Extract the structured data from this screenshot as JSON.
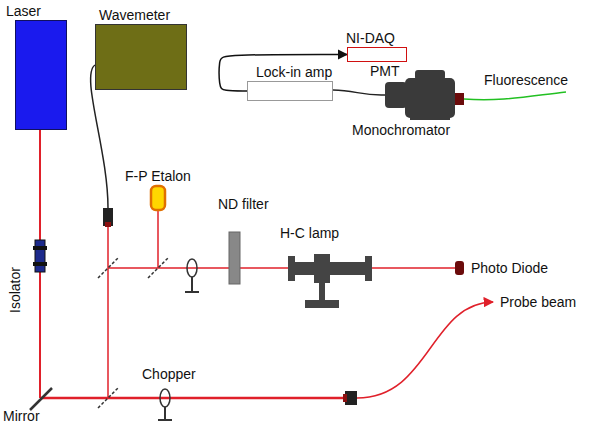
{
  "diagram": {
    "nodes": [
      {
        "text": [
          "Laser"
        ]
      },
      {
        "text": [
          "Wavemeter"
        ]
      },
      {
        "text": [
          "NI-DAQ"
        ]
      },
      {
        "text": [
          "Lock-in amp"
        ]
      }
    ],
    "edges": [
      {
        "from": 3,
        "to": 2,
        "arrow": "to"
      }
    ],
    "labels": [
      "Isolator",
      "Mirror",
      "Chopper",
      "F-P Etalon",
      "ND filter",
      "H-C lamp",
      "Photo Diode",
      "Probe beam",
      "PMT",
      "Monochromator",
      "Fluorescence"
    ]
  }
}
